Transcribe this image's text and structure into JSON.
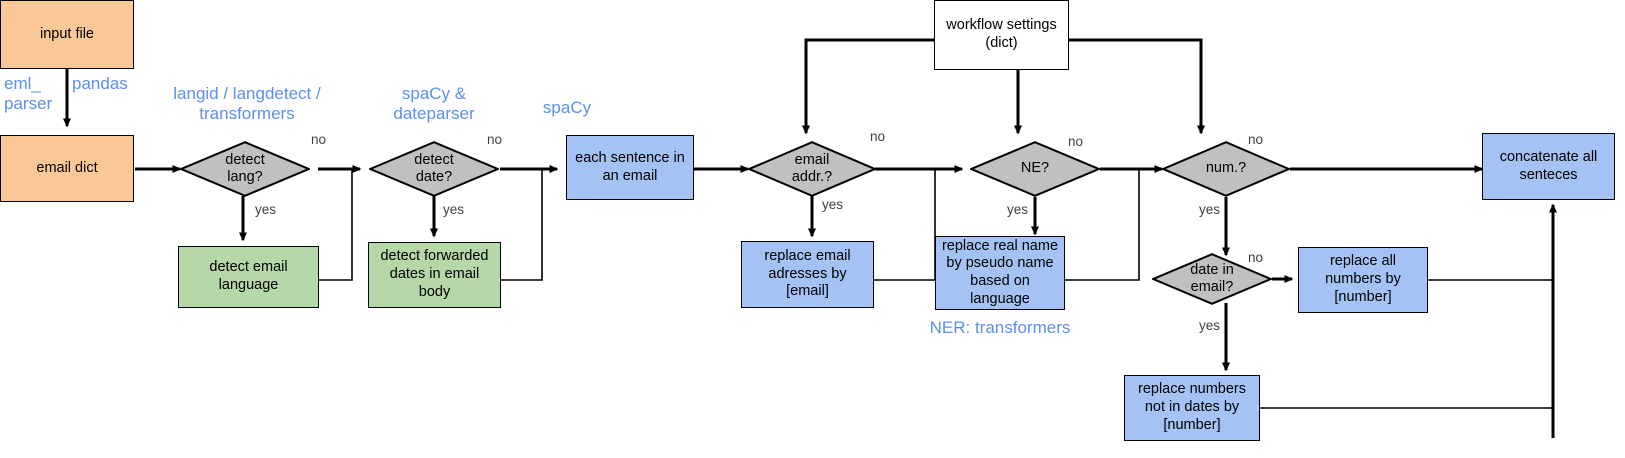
{
  "diagram": {
    "title": "email anonymization pipeline flowchart",
    "colors": {
      "orange_fill": "#fac896",
      "blue_fill": "#a4c2f4",
      "green_fill": "#b6d7a8",
      "gray_fill": "#c0c0c0",
      "annotation_text": "#5b8ff0",
      "stroke": "#000000",
      "background": "#ffffff"
    },
    "nodes": {
      "input_file": "input file",
      "email_dict": "email dict",
      "detect_lang": "detect\nlang?",
      "detect_email_language": "detect email\nlanguage",
      "detect_date": "detect\ndate?",
      "detect_forwarded_dates": "detect forwarded\ndates in email\nbody",
      "each_sentence": "each sentence in\nan email",
      "email_addr": "email\naddr.?",
      "replace_email_addresses": "replace email\nadresses by\n[email]",
      "workflow_settings": "workflow settings\n(dict)",
      "ne": "NE?",
      "replace_real_name": "replace real name\nby pseudo name\nbased on\nlanguage",
      "num": "num.?",
      "date_in_email": "date in\nemail?",
      "replace_all_numbers": "replace all\nnumbers by\n[number]",
      "replace_numbers_not_in_dates": "replace numbers\nnot in dates by\n[number]",
      "concatenate": "concatenate all\nsenteces"
    },
    "edge_labels": {
      "lang_no": "no",
      "lang_yes": "yes",
      "date_no": "no",
      "date_yes": "yes",
      "addr_no": "no",
      "addr_yes": "yes",
      "ne_no": "no",
      "ne_yes": "yes",
      "num_no": "no",
      "num_yes": "yes",
      "datein_no": "no",
      "datein_yes": "yes"
    },
    "annotations": {
      "eml_parser": "eml_\nparser",
      "pandas": "pandas",
      "langid": "langid / langdetect /\ntransformers",
      "spacy_dateparser": "spaCy &\ndateparser",
      "spacy": "spaCy",
      "ner": "NER: transformers"
    }
  }
}
